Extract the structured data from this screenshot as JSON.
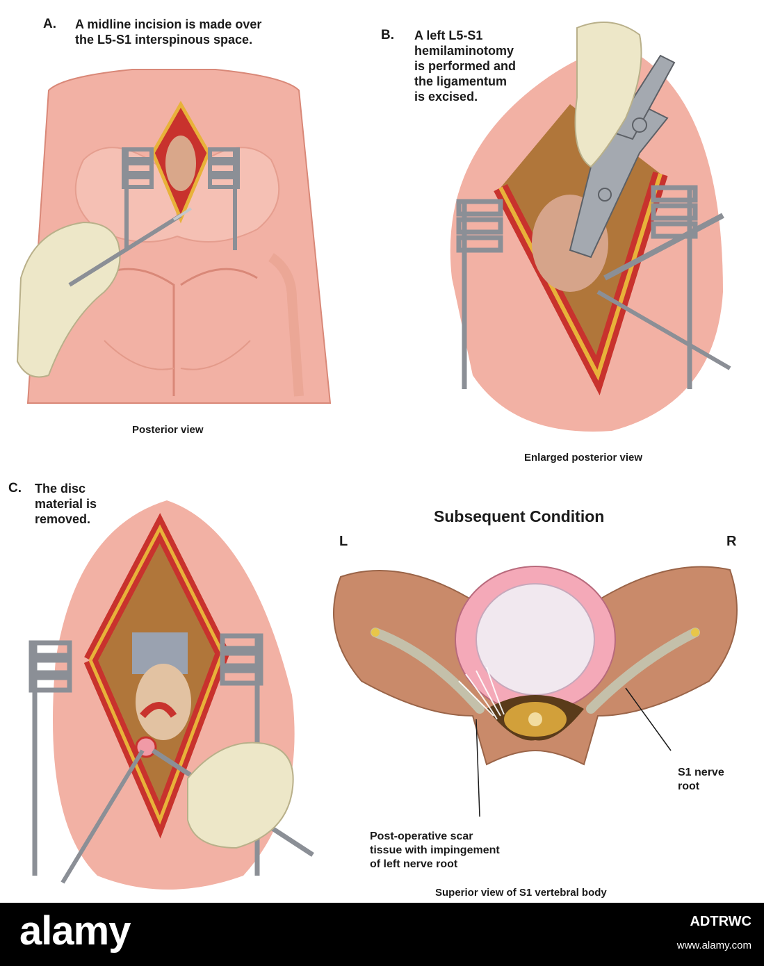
{
  "panels": {
    "a": {
      "letter": "A.",
      "caption": "A midline incision is made over\nthe L5-S1 interspinous space.",
      "view": "Posterior view"
    },
    "b": {
      "letter": "B.",
      "caption": "A left L5-S1\nhemilaminotomy\nis performed and\nthe ligamentum\nis excised.",
      "view": "Enlarged posterior view"
    },
    "c": {
      "letter": "C.",
      "caption": "The disc\nmaterial is\nremoved."
    },
    "d": {
      "title": "Subsequent Condition",
      "left_marker": "L",
      "right_marker": "R",
      "s1_label": "S1 nerve\nroot",
      "scar_label": "Post-operative scar\ntissue with impingement\nof left nerve root",
      "view": "Superior view of S1 vertebral body"
    }
  },
  "footer": {
    "brand": "alamy",
    "image_id": "ADTRWC",
    "url": "www.alamy.com"
  },
  "colors": {
    "skin": "#f2b1a4",
    "skin_dark": "#e69282",
    "muscle": "#c8322d",
    "fat": "#e8b23a",
    "bone": "#c98a6a",
    "glove": "#ede7c8",
    "steel": "#8b8f96",
    "disc": "#f4a9b8",
    "nucleus": "#f1e8ef"
  }
}
